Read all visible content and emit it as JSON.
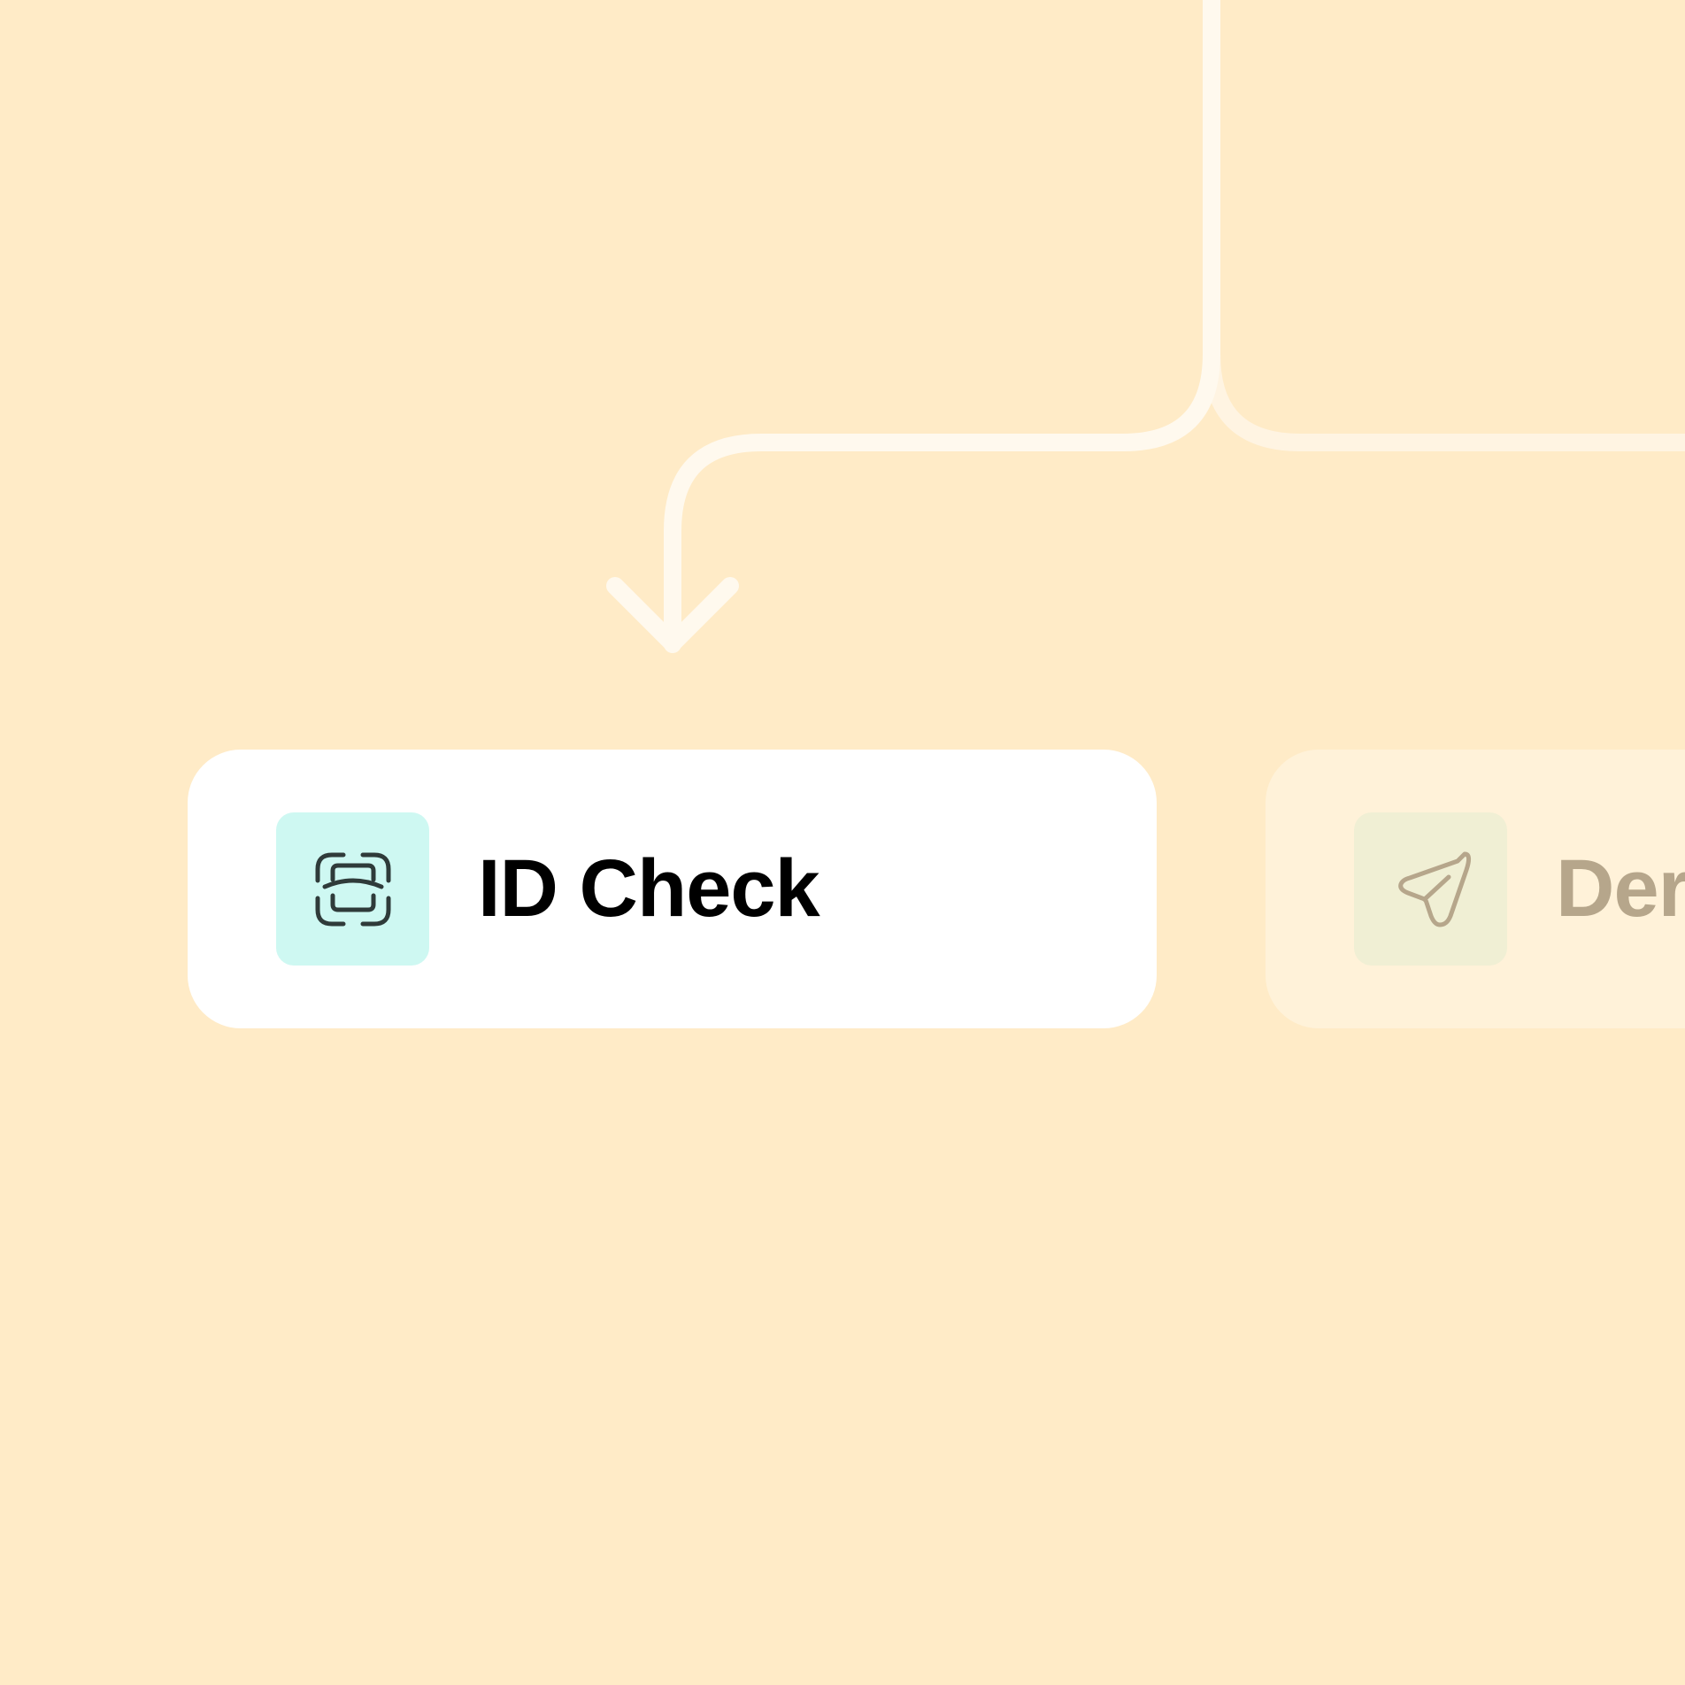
{
  "colors": {
    "background": "#FFEBC7",
    "connector": "#FFF9EE",
    "node_active_bg": "#FFFFFF",
    "node_faded_bg": "#FFF2D9",
    "icon_tile_active": "#CEF8F2",
    "icon_tile_faded": "#F0EFD4"
  },
  "nodes": [
    {
      "label": "ID Check",
      "icon": "face-scan-icon",
      "state": "active"
    },
    {
      "label": "Der",
      "icon": "send-icon",
      "state": "faded"
    }
  ]
}
